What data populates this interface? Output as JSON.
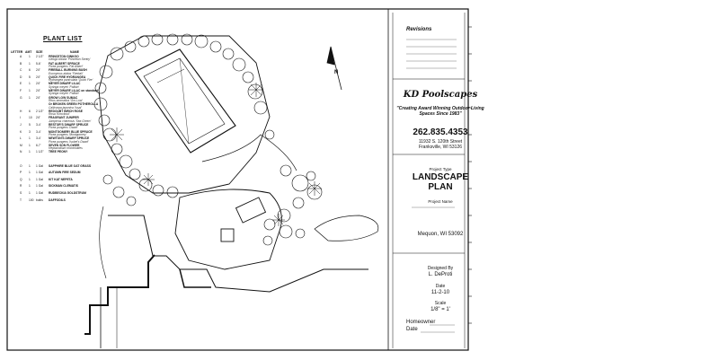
{
  "plant_list": {
    "title": "PLANT LIST",
    "headers": [
      "LETTER",
      "AMT",
      "SIZE",
      "NAME"
    ],
    "rows": [
      {
        "letter": "A",
        "amt": "1",
        "size": "2 1/2\"",
        "name": "PRINCETON GINKGO",
        "sub": "Ginkgo biloba 'Princeton Sentry'"
      },
      {
        "letter": "B",
        "amt": "1",
        "size": "5-6'",
        "name": "FAT ALBERT SPRUCE",
        "sub": "Picea pungens 'Fat Albert'"
      },
      {
        "letter": "C",
        "amt": "6",
        "size": "24\"",
        "name": "FIREBALL BURNING BUSH",
        "sub": "Euonymus alatus 'Fireball'"
      },
      {
        "letter": "D",
        "amt": "5",
        "size": "24\"",
        "name": "QUICK FIRE HYDRANGEA",
        "sub": "Hydrangea paniculata 'Quick Fire'"
      },
      {
        "letter": "E",
        "amt": "1",
        "size": "24\"",
        "name": "MEYER DWARF LILAC",
        "sub": "Syringa meyeri 'Palibin'"
      },
      {
        "letter": "F",
        "amt": "1",
        "size": "24\"",
        "name": "MEYER DWARF LILAC on standard",
        "sub": "Syringa meyeri 'Palibin'"
      },
      {
        "letter": "G",
        "amt": "1",
        "size": "24\"",
        "name": "GROW LOW SUMAC",
        "sub": "Rhus aromatica 'Gro-Low'"
      },
      {
        "letter": "",
        "amt": "",
        "size": "",
        "name": "Or BROKEN GREEN POTHEROLLA",
        "sub": "Callicarpa japonica 'Issai'"
      },
      {
        "letter": "H",
        "amt": "6",
        "size": "2 1/2\"",
        "name": "REDOUBT BIRCH ROSE",
        "sub": "Rosa 'Knockout'"
      },
      {
        "letter": "I",
        "amt": "10",
        "size": "24\"",
        "name": "FRAGRANT JUNIPER",
        "sub": "Juniperus chinensis 'Sea Green'"
      },
      {
        "letter": "J",
        "amt": "5",
        "size": "3-4'",
        "name": "RESTOR'S DWARF SPRUCE",
        "sub": "Picea pungens 'Dwarf'"
      },
      {
        "letter": "K",
        "amt": "3",
        "size": "3-4'",
        "name": "MONTGOMERY BLUE SPRUCE",
        "sub": "Picea pungens 'Montgomery'"
      },
      {
        "letter": "L",
        "amt": "1",
        "size": "3-4'",
        "name": "NEWTON'S DWARF SPRUCE",
        "sub": "Picea pungens 'Isobel's Dwarf'"
      },
      {
        "letter": "M",
        "amt": "1",
        "size": "6-7'",
        "name": "SEVEN SON FLOWER",
        "sub": "Heptacodium miconioides"
      },
      {
        "letter": "N",
        "amt": "1",
        "size": "1 1/2\"",
        "name": "TREE PEONY",
        "sub": ""
      },
      {
        "letter": "",
        "amt": "",
        "size": "",
        "name": "",
        "sub": ""
      },
      {
        "letter": "O",
        "amt": "1",
        "size": "1 Gal",
        "name": "SAPPHIRE BLUE OAT GRASS",
        "sub": ""
      },
      {
        "letter": "P",
        "amt": "1",
        "size": "1 Gal",
        "name": "AUTUMN FIRE SEDUM",
        "sub": ""
      },
      {
        "letter": "Q",
        "amt": "1",
        "size": "1 Gal",
        "name": "KIT KAT NEPETA",
        "sub": ""
      },
      {
        "letter": "R",
        "amt": "1",
        "size": "1 Gal",
        "name": "SICKMAN CLEMATIS",
        "sub": ""
      },
      {
        "letter": "S",
        "amt": "1",
        "size": "1 Gal",
        "name": "RUDBECKIA GOLDSTRUM",
        "sub": ""
      },
      {
        "letter": "T",
        "amt": "100",
        "size": "bulbs",
        "name": "DAFFODILS",
        "sub": ""
      }
    ]
  },
  "title_block": {
    "revisions": "Revisions",
    "logo": "KD Poolscapes",
    "tagline": "\"Creating Award Winning Outdoor Living Spaces Since 1983\"",
    "phone": "262.835.4353",
    "address_line1": "11932 S. 120th Street",
    "address_line2": "Franksville, WI 53126",
    "project_type_label": "Project Type",
    "plan_title_line1": "LANDSCAPE",
    "plan_title_line2": "PLAN",
    "project_name_label": "Project Name",
    "location": "Mequon, WI 53092",
    "designed_by_label": "Designed By",
    "designer": "L. DeProti",
    "date_label": "Date",
    "date_value": "11-2-10",
    "scale_label": "Scale",
    "scale_value": "1/8\" = 1'",
    "homeowner_label": "Homeowner",
    "date_sign_label": "Date"
  },
  "north_arrow": {
    "label": "N"
  }
}
